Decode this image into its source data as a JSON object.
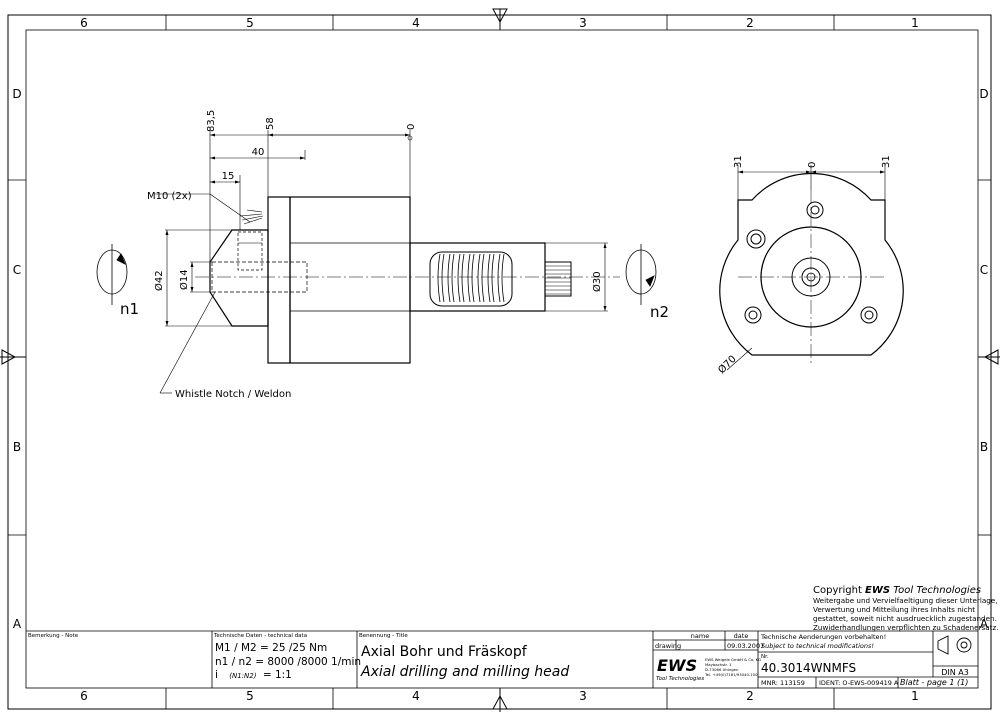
{
  "frame": {
    "columns_top": [
      "6",
      "5",
      "4",
      "3",
      "2",
      "1"
    ],
    "columns_bottom": [
      "6",
      "5",
      "4",
      "3",
      "2",
      "1"
    ],
    "rows_left": [
      "D",
      "C",
      "B",
      "A"
    ],
    "rows_right": [
      "D",
      "C",
      "B",
      "A"
    ]
  },
  "side_view": {
    "dims": {
      "d_83_5": "83,5",
      "d_58": "58",
      "d_0": "0",
      "d_40": "40",
      "d_15": "15",
      "m10": "M10 (2x)",
      "dia42": "Ø42",
      "dia14": "Ø14",
      "dia30": "Ø30"
    },
    "n1": "n1",
    "n2": "n2",
    "whistle": "Whistle Notch / Weldon"
  },
  "front_view": {
    "dims": {
      "d_31_left": "31",
      "d_0": "0",
      "d_31_right": "31",
      "dia70": "Ø70"
    }
  },
  "copyright": {
    "prefix": "Copyright ",
    "brand": "EWS",
    "suffix": " Tool Technologies",
    "lines": [
      "Weitergabe und Vervielfaeltigung dieser Unterlage,",
      "Verwertung und Mitteilung ihres Inhalts nicht",
      "gestattet, soweit nicht ausdruecklich zugestanden.",
      "Zuwiderhandlungen verpflichten zu Schadenersatz."
    ]
  },
  "title_block": {
    "note_caption": "Bemerkung - Note",
    "tech_caption": "Technische Daten - technical data",
    "tech_line1": "M1 / M2 = 25  /25  Nm",
    "tech_line2": "n1 / n2 = 8000 /8000  1/min",
    "tech_line3_a": "i",
    "tech_line3_b": "(N1:N2)",
    "tech_line3_c": "= 1:1",
    "title_caption": "Benennung - Title",
    "title_de": "Axial Bohr und Fräskopf",
    "title_en": "Axial drilling and milling head",
    "col_name": "name",
    "col_date": "date",
    "row_label": "drawing",
    "row_date": "09.03.2007",
    "logo": "EWS",
    "logo_sub": "Tool Technologies",
    "address": [
      "EWS Weigele GmbH & Co. KG",
      "Maybachstr. 1",
      "D-73066 Uhingen",
      "Tel. +49(0)7161/93040-100"
    ],
    "mod_de": "Technische Aenderungen vorbehalten!",
    "mod_en": "Subject to technical modifications!",
    "nr_label": "Nr.",
    "part_no": "40.3014WNMFS",
    "mnr": "MNR: 113159",
    "ident": "IDENT: O-EWS-009419 A",
    "sheet": "Blatt - page 1 (1)",
    "format": "DIN A3"
  }
}
